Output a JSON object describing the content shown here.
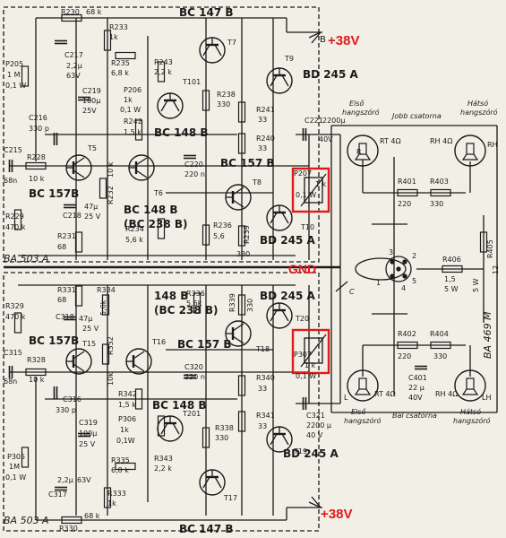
{
  "colors": {
    "paper": "#f2efe6",
    "ink": "#1a1a1a",
    "accent": "#e0191b"
  },
  "annotations": {
    "supply_top": "+38V",
    "gnd": "GND",
    "supply_bottom": "+38V"
  },
  "board_labels": {
    "top": "BA 503 A",
    "bottom": "BA 503 A",
    "output": "BA 469 M"
  },
  "ch_right": {
    "r230": "R230",
    "r230v": "68 k",
    "r233": "R233",
    "r233v": "1k",
    "bc147": "BC 147 B",
    "b": "B",
    "t7": "T7",
    "c217": "C217",
    "c217v1": "2,2µ",
    "c217v2": "63V",
    "p205": "P205",
    "p205v1": "1 M",
    "p205v2": "0,1 W",
    "r235": "R235",
    "r235v": "6,8 k",
    "r243": "R243",
    "r243v": "2,2 k",
    "t101": "T101",
    "c219": "C219",
    "c219v1": "100µ",
    "c219v2": "25V",
    "p206": "P206",
    "p206v1": "1k",
    "p206v2": "0,1 W",
    "r242": "R242",
    "r242v": "1,5 k",
    "bc148": "BC 148 B",
    "r238": "R238",
    "r238v": "330",
    "t9": "T9",
    "bd245a": "BD 245 A",
    "r241": "R241",
    "r241v": "33",
    "c216": "C216",
    "c216v": "330 p",
    "c221": "C221",
    "c221v1": "2200µ",
    "c221v2": "40V",
    "c215": "C215",
    "c215v": "68n",
    "r228": "R228",
    "r228v": "10 k",
    "t5": "T5",
    "bc157": "BC 157B",
    "r232": "R232",
    "r232v": "10 k",
    "t6": "T6",
    "c220": "C220",
    "c220v": "220 n",
    "bc157b": "BC 157 B",
    "r240": "R240",
    "r240v": "33",
    "c218": "C218",
    "c218v1": "47µ",
    "c218v2": "25 V",
    "bc148b": "BC 148 B",
    "bc238b": "(BC 238 B)",
    "t8": "T8",
    "p207": "P207",
    "p207v": "1 k",
    "p207w": "0,1 W",
    "r229": "R229",
    "r229v": "470 k",
    "r231": "R231",
    "r231v": "68",
    "r234": "R234",
    "r234v": "5,6 k",
    "r236": "R236",
    "r236v": "5,6",
    "r239": "R239",
    "r239v": "330",
    "t10": "T10",
    "bd245a2": "BD 245 A"
  },
  "ch_left": {
    "r331": "R331",
    "r331v": "68",
    "r334": "R334",
    "r334v": "5,6k",
    "bc148": "148 B",
    "bc238": "(BC 238 B)",
    "r336": "R336",
    "r336v": "5,6k",
    "r339": "R339",
    "r339v": "330",
    "bd245a": "BD 245 A",
    "t20": "T20",
    "r329": "R329",
    "r329v": "470 k",
    "c318": "C318",
    "c318v1": "47µ",
    "c318v2": "25 V",
    "bc157": "BC 157B",
    "t15": "T15",
    "r332": "R332",
    "r332v": "10k",
    "t16": "T16",
    "bc157b": "BC 157 B",
    "t18": "T18",
    "c315": "C315",
    "c315v": "68n",
    "r328": "R328",
    "r328v": "10 k",
    "c320": "C320",
    "c320v": "220 n",
    "p307": "P307",
    "p307v": "1 k",
    "p307w": "0,1 W",
    "r340": "R340",
    "r340v": "33",
    "c316": "C316",
    "c316v": "330 p",
    "r342": "R342",
    "r342v": "1,5 k",
    "bc148b": "BC 148 B",
    "c319": "C319",
    "c319v1": "100µ",
    "c319v2": "25 V",
    "p306": "P306",
    "p306v1": "1k",
    "p306v2": "0,1W",
    "t201": "T201",
    "r338": "R338",
    "r338v": "330",
    "r341": "R341",
    "r341v": "33",
    "c321": "C321",
    "c321v1": "2200 µ",
    "c321v2": "40 V",
    "r335": "R335",
    "r335v": "6,8 k",
    "r343": "R343",
    "r343v": "2,2 k",
    "bd245a2": "BD 245 A",
    "p305": "P305",
    "p305v1": "1M",
    "p305v2": "0,1 W",
    "c317": "C317",
    "c317v1": "2,2µ",
    "c317v2": "63V",
    "r333": "R333",
    "r333v": "1k",
    "t17": "T17",
    "t19": "T19",
    "r330": "R330",
    "r330v": "68 k",
    "bc147": "BC 147 B"
  },
  "speakers": {
    "front": "Első",
    "front2": "hangszóró",
    "rear": "Hátsó",
    "rear2": "hangszóró",
    "jobb": "Jobb csatorna",
    "bal": "Bal csatorna",
    "rt": "RT 4Ω",
    "rh": "RH 4Ω",
    "R": "R",
    "RH": "RH",
    "L": "L",
    "LH": "LH",
    "r401": "R401",
    "r401v": "220",
    "r403": "R403",
    "r403v": "330",
    "r402": "R402",
    "r402v": "220",
    "r404": "R404",
    "r404v": "330",
    "c401": "C401",
    "c401v1": "22 µ",
    "c401v2": "40V",
    "r405": "R405",
    "r405v1": "12",
    "r405v2": "5 W",
    "r406": "R406",
    "r406v1": "1,5",
    "r406v2": "5 W",
    "pin1": "1",
    "pin2": "2",
    "pin3": "3",
    "pin4": "4",
    "pin5": "5",
    "C": "C"
  }
}
